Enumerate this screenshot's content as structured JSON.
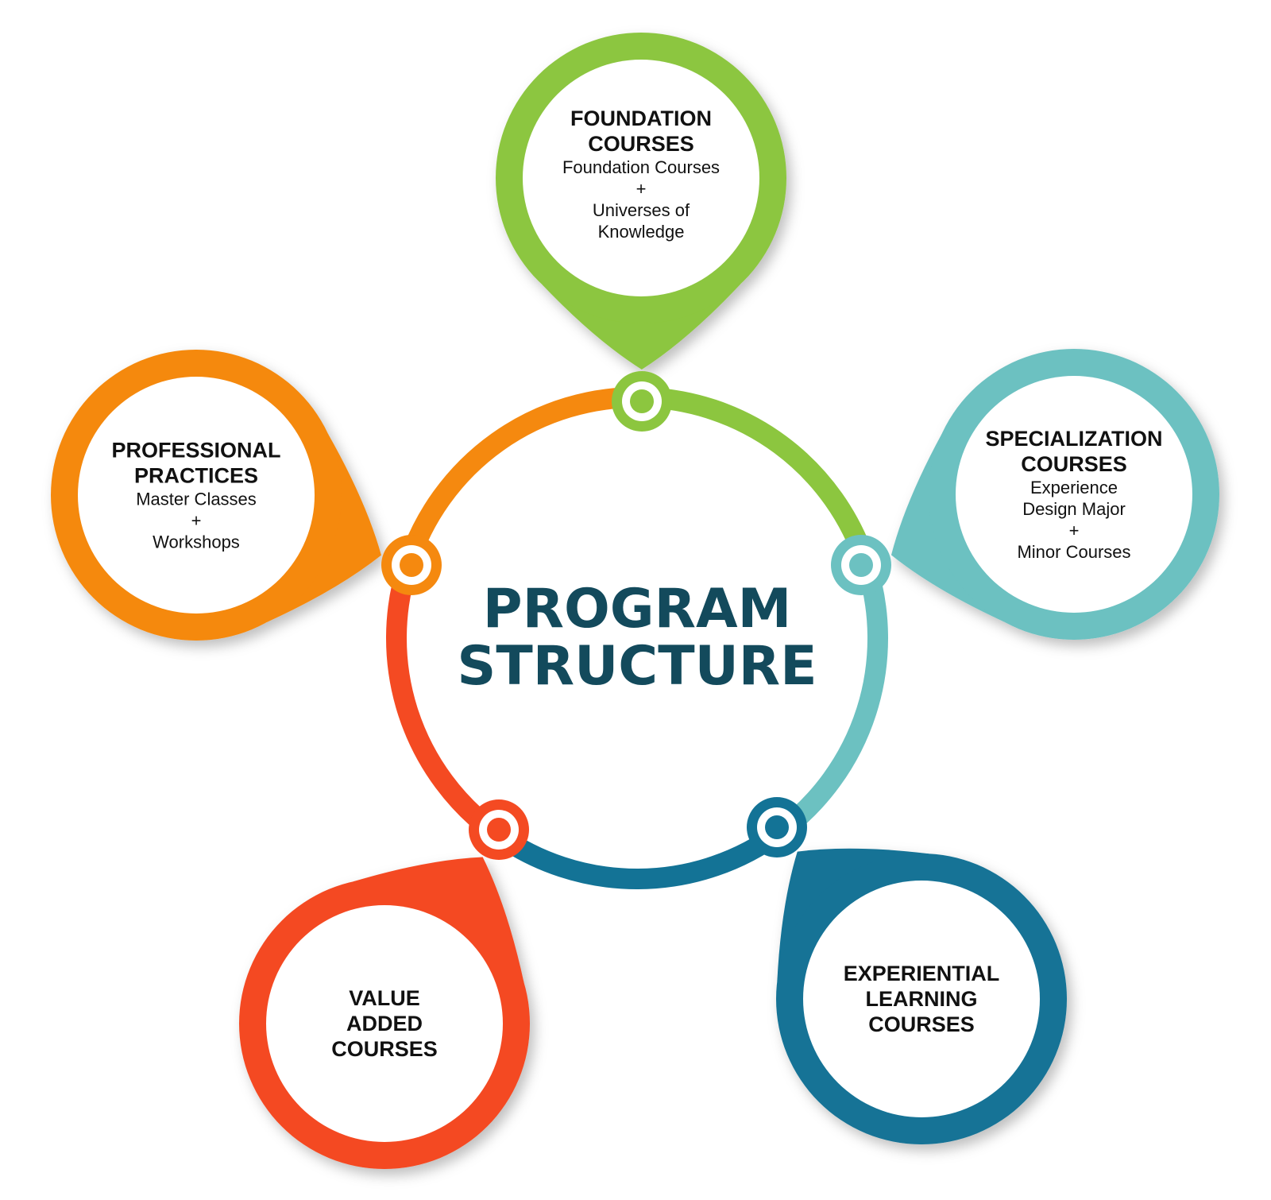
{
  "title": "PROGRAM\nSTRUCTURE",
  "colors": {
    "title": "#134a5c",
    "green": "#8cc63f",
    "teal": "#6cc1c1",
    "blue": "#137396",
    "red": "#f44a22",
    "orange": "#f5890f"
  },
  "nodes": [
    {
      "id": "foundation",
      "title": "FOUNDATION\nCOURSES",
      "subtitle": "Foundation Courses\n+\nUniverses of\nKnowledge",
      "color": "#8cc63f"
    },
    {
      "id": "specialization",
      "title": "SPECIALIZATION\nCOURSES",
      "subtitle": "Experience\nDesign Major\n+\nMinor Courses",
      "color": "#6cc1c1"
    },
    {
      "id": "experiential",
      "title": "EXPERIENTIAL\nLEARNING\nCOURSES",
      "subtitle": "",
      "color": "#137396"
    },
    {
      "id": "value-added",
      "title": "VALUE\nADDED\nCOURSES",
      "subtitle": "",
      "color": "#f44a22"
    },
    {
      "id": "professional",
      "title": "PROFESSIONAL\nPRACTICES",
      "subtitle": "Master Classes\n+\nWorkshops",
      "color": "#f5890f"
    }
  ]
}
